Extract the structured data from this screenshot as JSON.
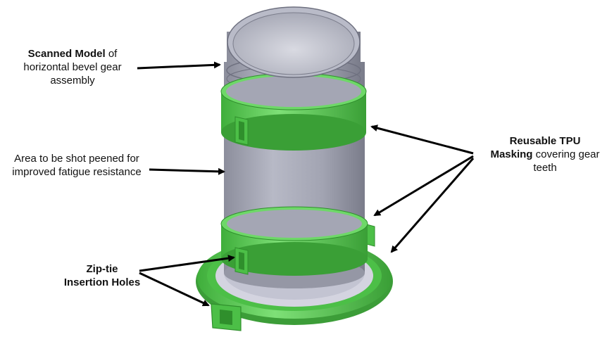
{
  "labels": {
    "scanned": {
      "bold": "Scanned Model",
      "rest": " of horizontal bevel gear assembly"
    },
    "area": {
      "text": "Area to be shot peened for improved fatigue resistance"
    },
    "zip": {
      "line1": "Zip-tie",
      "line2": "Insertion Holes"
    },
    "tpu": {
      "bold": "Reusable TPU Masking",
      "rest": " covering gear teeth"
    }
  },
  "colors": {
    "mask_green": "#5fd35a",
    "mask_green_dark": "#2f8f2c",
    "body_gray": "#a6a8b6",
    "body_gray_light": "#c4c6d2",
    "body_gray_dark": "#7c7e8c",
    "base_plate": "#d2d2de",
    "arrow": "#000000"
  }
}
